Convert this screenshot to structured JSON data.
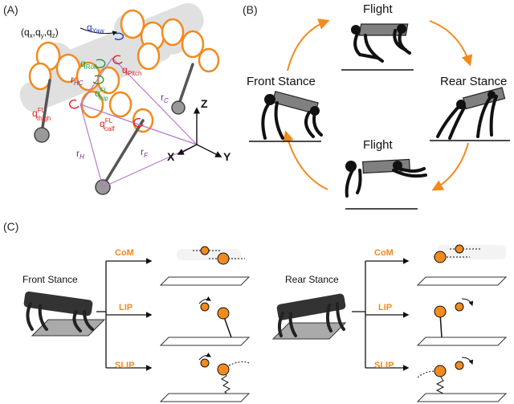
{
  "panels": {
    "a": "(A)",
    "b": "(B)",
    "c": "(C)"
  },
  "panel_a": {
    "q_pos": "(q",
    "q_pos_x": "x",
    "q_pos_sep1": ",q",
    "q_pos_y": "y",
    "q_pos_sep2": ",q",
    "q_pos_z": "z",
    "q_pos_end": ")",
    "q_yaw": "q",
    "q_yaw_sub": "Yaw",
    "q_roll": "q",
    "q_roll_sub": "Roll",
    "q_pitch": "q",
    "q_pitch_sub": "Pitch",
    "q_hip": "q",
    "q_hip_sup": "FL",
    "q_hip_sub": "hip",
    "q_thigh": "q",
    "q_thigh_sup": "FL",
    "q_thigh_sub": "thigh",
    "q_calf": "q",
    "q_calf_sup": "FL",
    "q_calf_sub": "calf",
    "r_hc": "r",
    "r_hc_sub": "HC",
    "r_c": "r",
    "r_c_sub": "C",
    "r_h": "r",
    "r_h_sub": "H",
    "r_f": "r",
    "r_f_sub": "F",
    "axis_z": "Z",
    "axis_x": "X",
    "axis_y": "Y"
  },
  "panel_b": {
    "flight_top": "Flight",
    "rear_stance": "Rear Stance",
    "front_stance": "Front Stance",
    "flight_bottom": "Flight"
  },
  "panel_c": {
    "front_stance": "Front Stance",
    "rear_stance": "Rear Stance",
    "left_models": [
      "CoM",
      "LIP",
      "SLIP"
    ],
    "right_models": [
      "CoM",
      "LIP",
      "SLIP"
    ]
  },
  "colors": {
    "orange": "#f28a1e",
    "body_gray": "#808080",
    "robot_dark": "#2a2a2a"
  }
}
